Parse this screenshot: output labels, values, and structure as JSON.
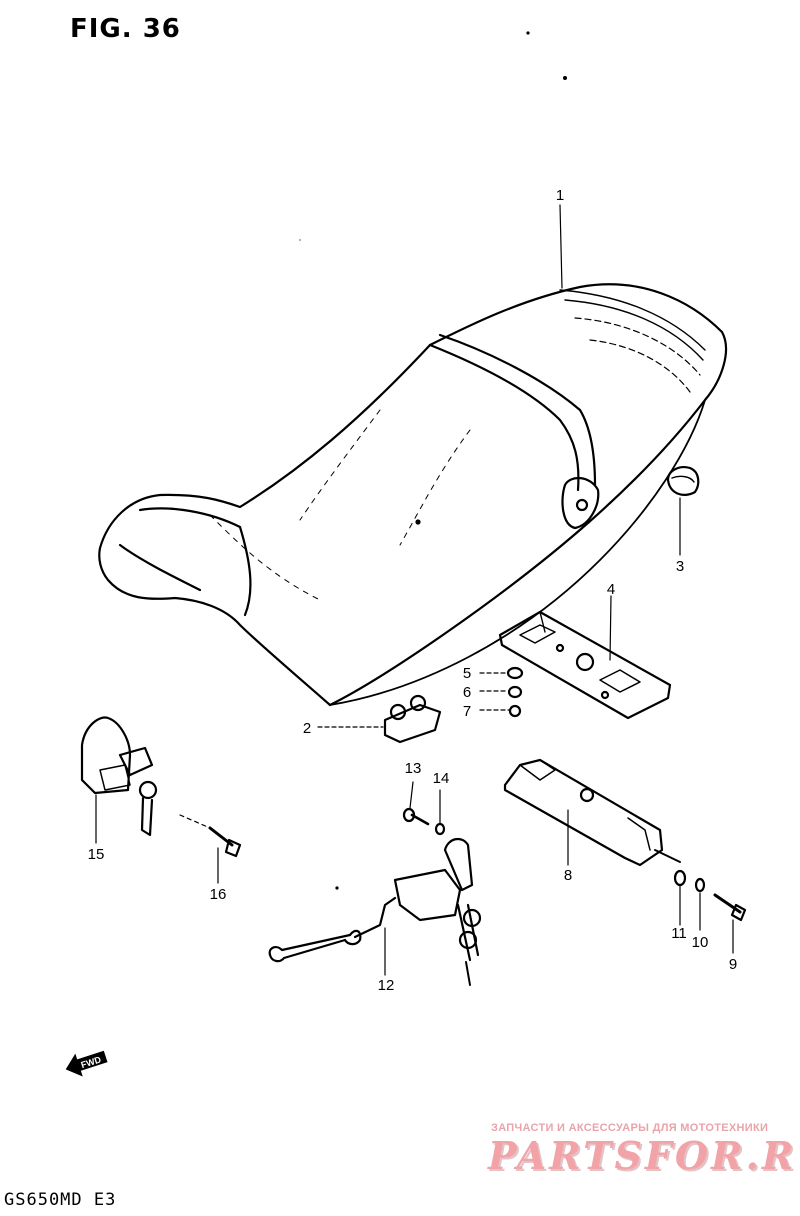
{
  "figure": {
    "title": "FIG. 36",
    "model_code": "GS650MD  E3"
  },
  "parts": [
    {
      "ref": "1"
    },
    {
      "ref": "2"
    },
    {
      "ref": "3"
    },
    {
      "ref": "4"
    },
    {
      "ref": "5"
    },
    {
      "ref": "6"
    },
    {
      "ref": "7"
    },
    {
      "ref": "8"
    },
    {
      "ref": "9"
    },
    {
      "ref": "10"
    },
    {
      "ref": "11"
    },
    {
      "ref": "12"
    },
    {
      "ref": "13"
    },
    {
      "ref": "14"
    },
    {
      "ref": "15"
    },
    {
      "ref": "16"
    }
  ],
  "direction_marker": {
    "label": "FWD",
    "icon": "forward-arrow-icon"
  },
  "watermark": {
    "tagline": "ЗАПЧАСТИ И АКСЕССУАРЫ ДЛЯ МОТОТЕХНИКИ",
    "logo_text": "PARTSFOR.RU",
    "color": "#f1a3a8"
  }
}
